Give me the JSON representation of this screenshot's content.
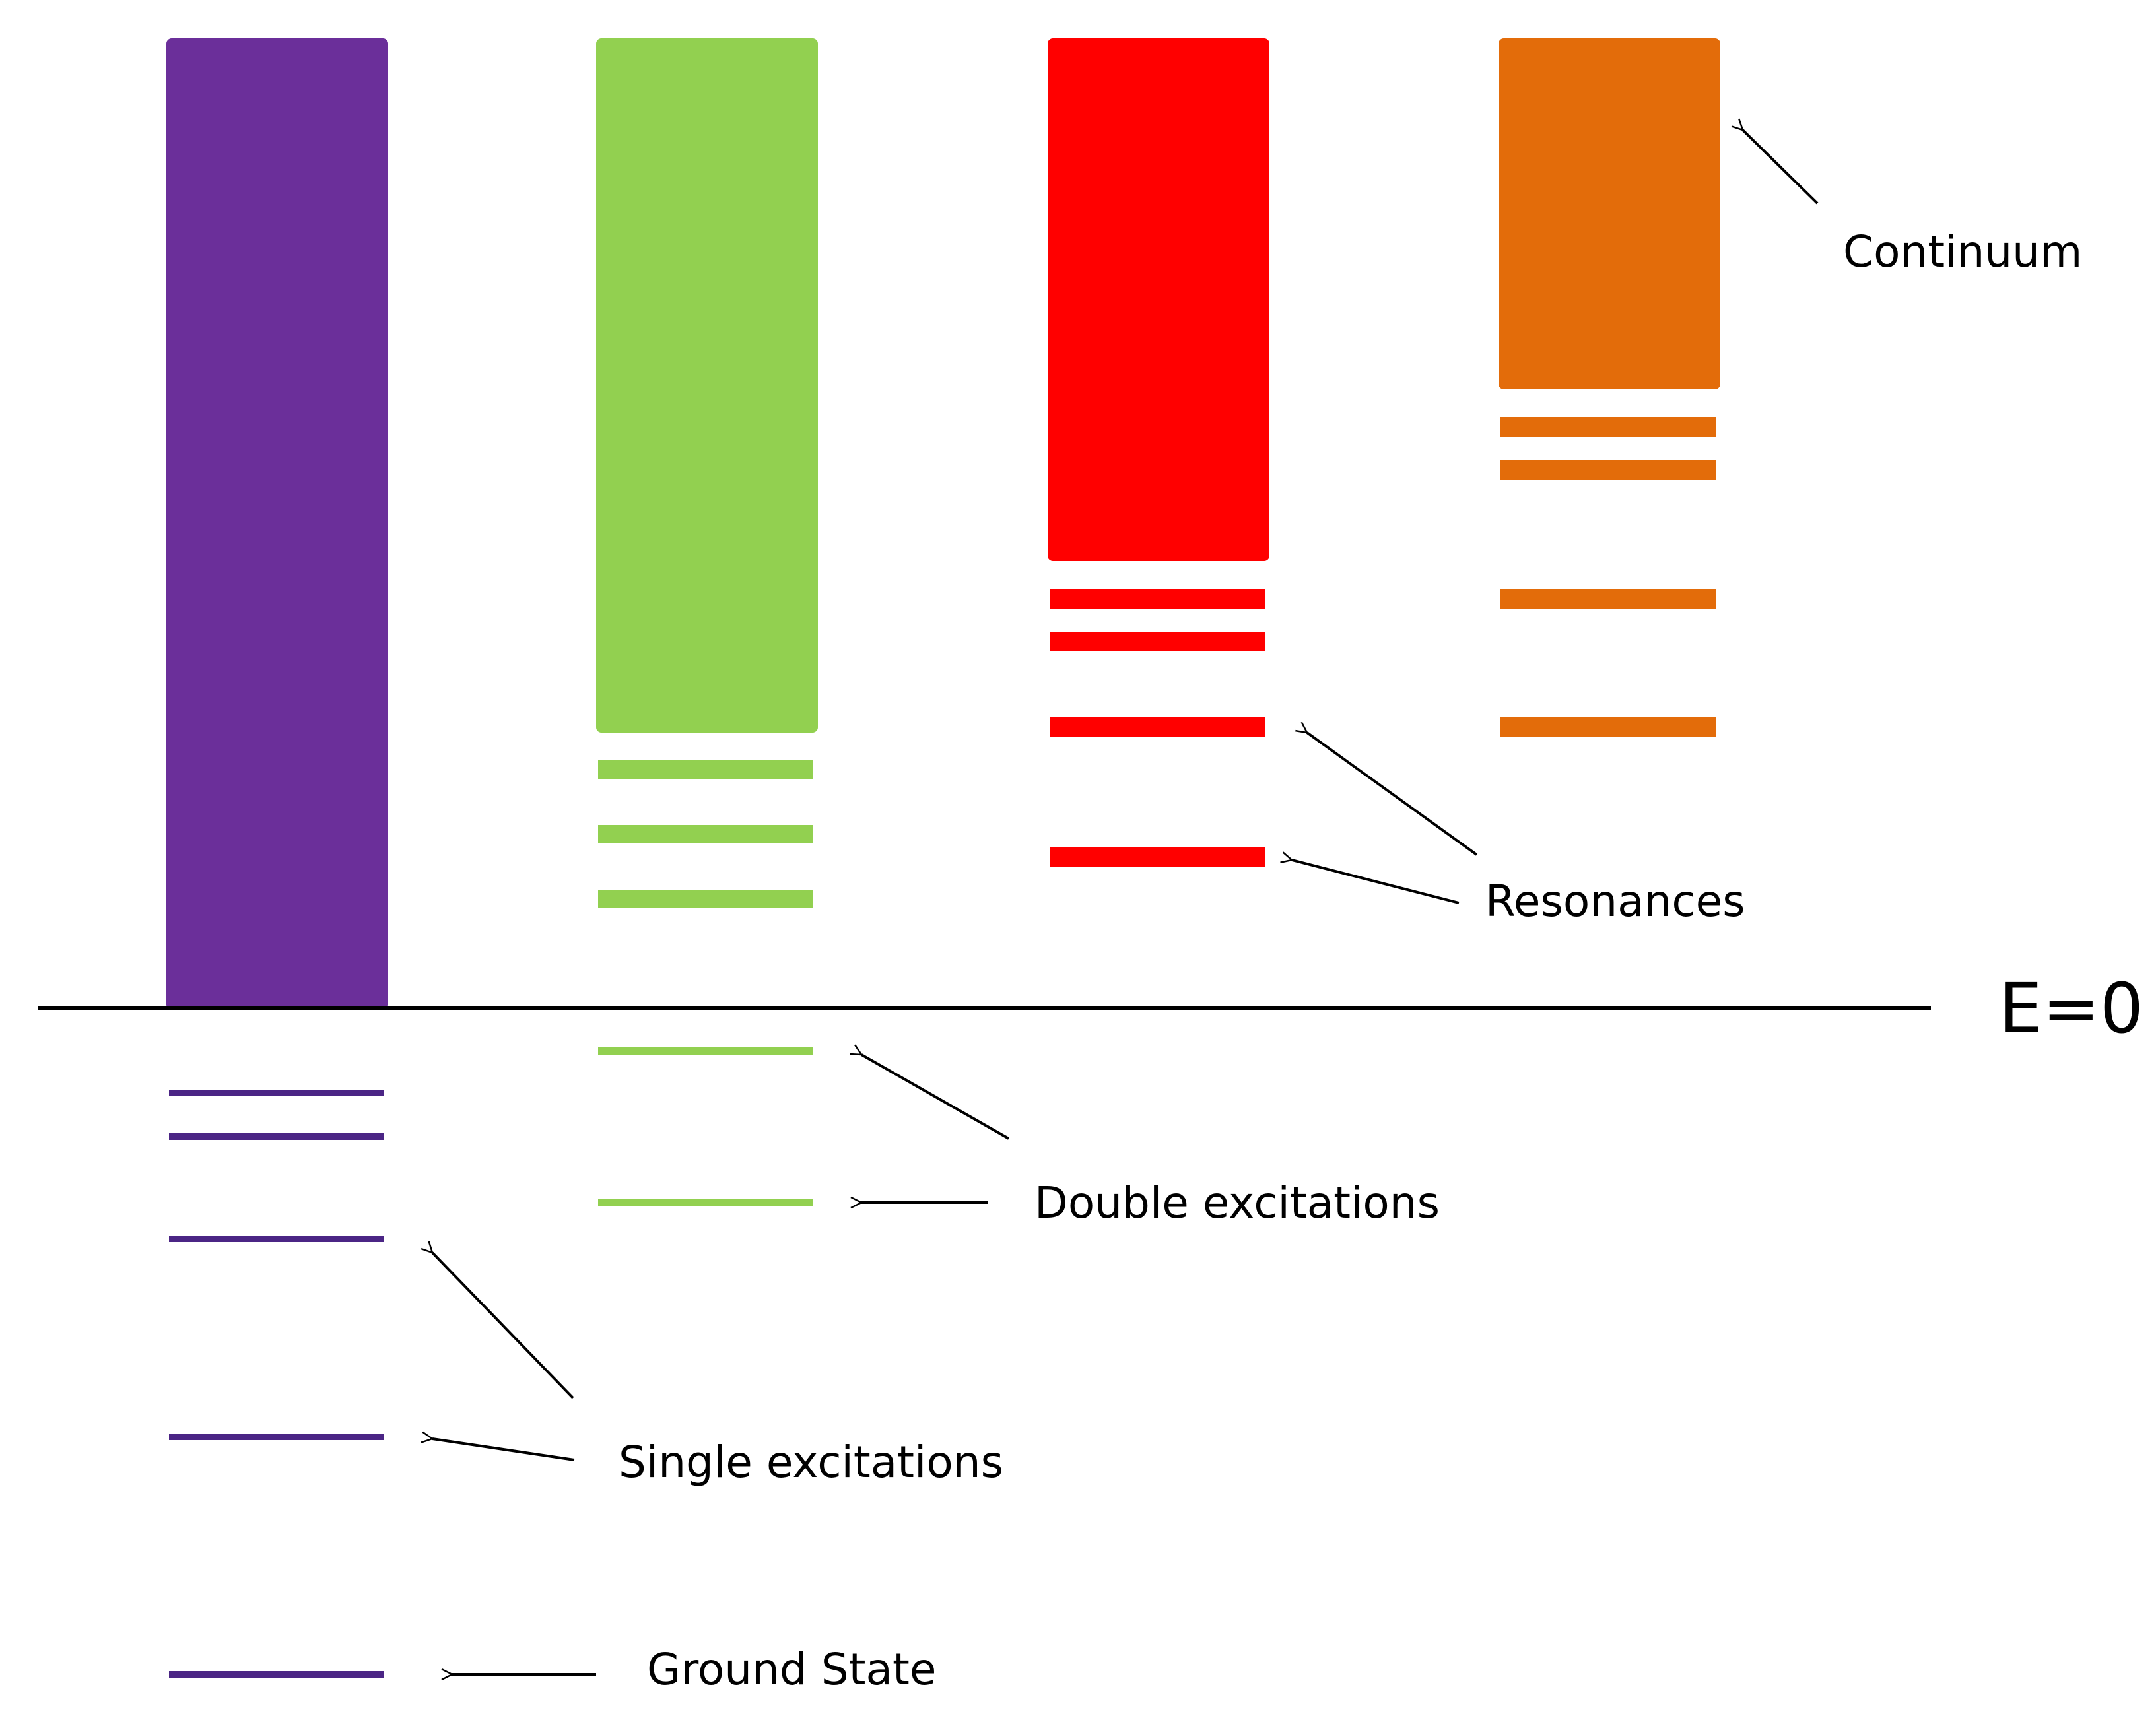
{
  "diagram": {
    "zero_line_label": "E=0",
    "labels": {
      "continuum": "Continuum",
      "resonances": "Resonances",
      "double_excitations": "Double excitations",
      "single_excitations": "Single excitations",
      "ground_state": "Ground State"
    },
    "colors": {
      "column_1": "#6B2F9A",
      "column_1_levels": "#4B2585",
      "column_2": "#92D050",
      "column_3": "#FF0000",
      "column_4": "#E36C0A",
      "zero_line": "#000000",
      "arrows": "#000000"
    }
  }
}
